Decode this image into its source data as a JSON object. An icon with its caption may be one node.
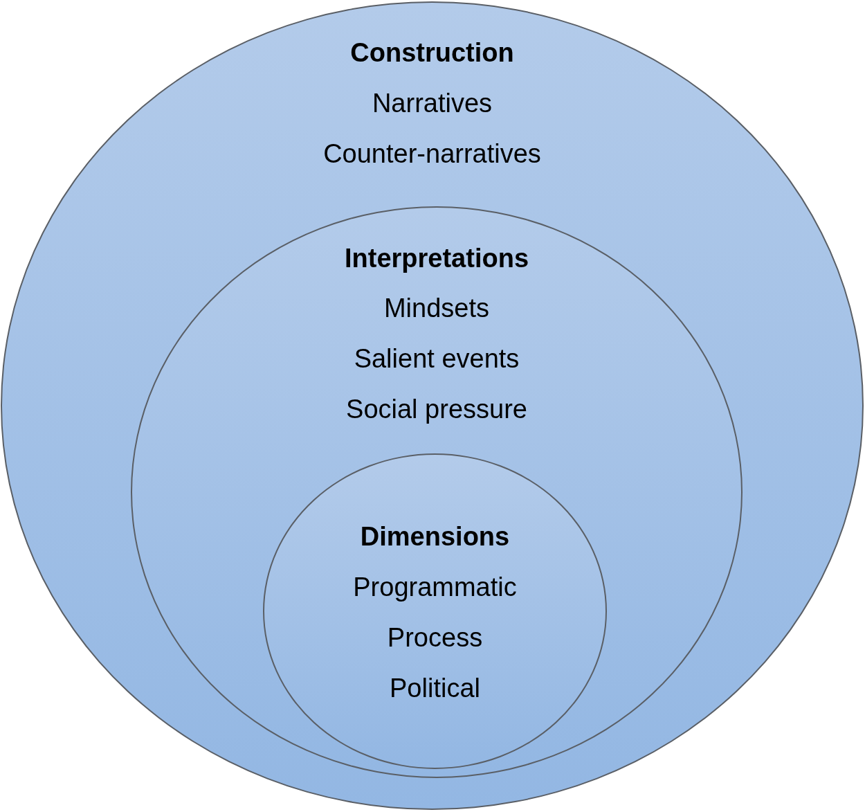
{
  "diagram": {
    "nodes": [
      {
        "text": [
          "Construction",
          "Narratives",
          "Counter-narratives"
        ]
      },
      {
        "text": [
          "Interpretations",
          "Mindsets",
          "Salient events",
          "Social pressure"
        ],
        "in": 0
      },
      {
        "text": [
          "Dimensions",
          "Programmatic",
          "Process",
          "Political"
        ],
        "in": 1
      }
    ]
  }
}
